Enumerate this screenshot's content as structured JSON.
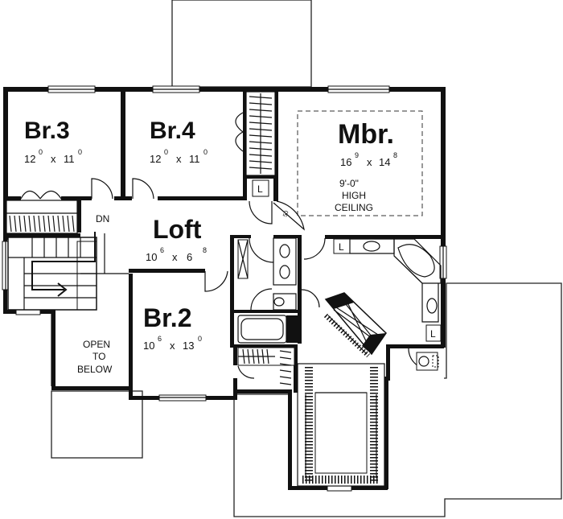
{
  "rooms": {
    "br3": {
      "name": "Br.3",
      "w": "12",
      "w_in": "0",
      "x": "x",
      "h": "11",
      "h_in": "0"
    },
    "br4": {
      "name": "Br.4",
      "w": "12",
      "w_in": "0",
      "x": "x",
      "h": "11",
      "h_in": "0"
    },
    "mbr": {
      "name": "Mbr.",
      "w": "16",
      "w_in": "9",
      "x": "x",
      "h": "14",
      "h_in": "8"
    },
    "loft": {
      "name": "Loft",
      "w": "10",
      "w_in": "6",
      "x": "x",
      "h": "6",
      "h_in": "8"
    },
    "br2": {
      "name": "Br.2",
      "w": "10",
      "w_in": "6",
      "x": "x",
      "h": "13",
      "h_in": "0"
    }
  },
  "notes": {
    "ceiling": [
      "9'-0\"",
      "HIGH",
      "CEILING"
    ],
    "open_below": [
      "OPEN",
      "TO",
      "BELOW"
    ],
    "stair_down": "DN",
    "linen": "L",
    "door_swing": "50"
  }
}
